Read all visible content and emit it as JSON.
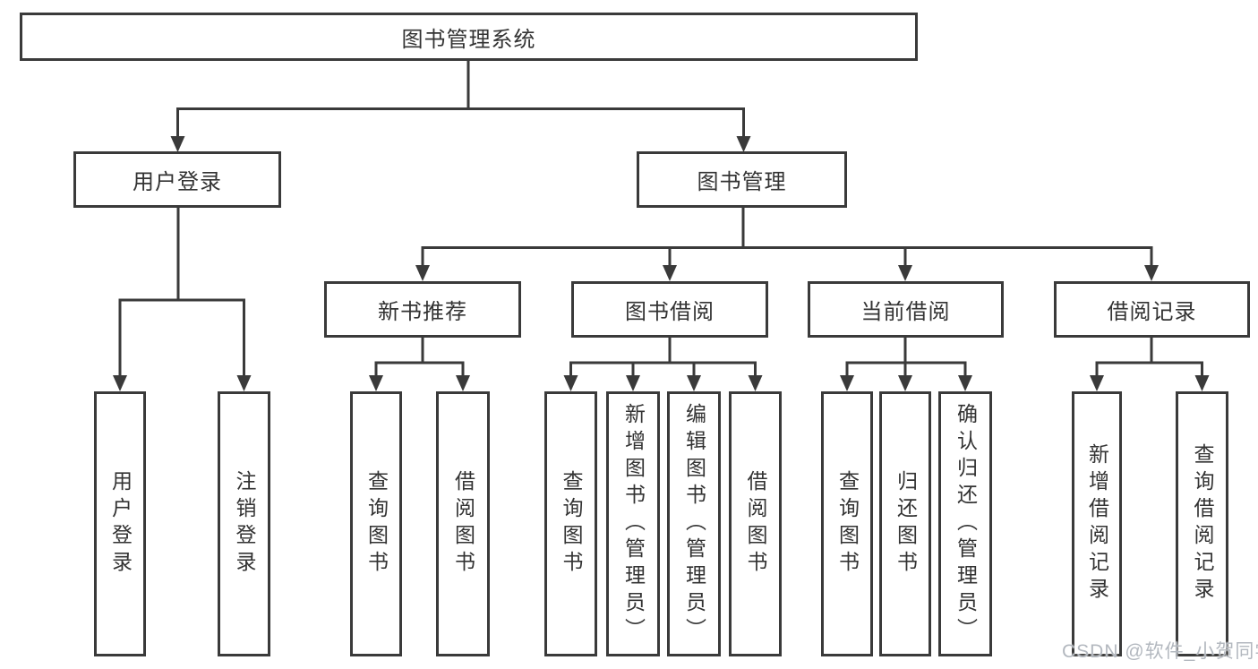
{
  "tree": {
    "label": "图书管理系统",
    "children": [
      {
        "label": "用户登录",
        "children": [
          {
            "label": "用户登录"
          },
          {
            "label": "注销登录"
          }
        ]
      },
      {
        "label": "图书管理",
        "children": [
          {
            "label": "新书推荐",
            "children": [
              {
                "label": "查询图书"
              },
              {
                "label": "借阅图书"
              }
            ]
          },
          {
            "label": "图书借阅",
            "children": [
              {
                "label": "查询图书"
              },
              {
                "label": "新增图书（管理员）"
              },
              {
                "label": "编辑图书（管理员）"
              },
              {
                "label": "借阅图书"
              }
            ]
          },
          {
            "label": "当前借阅",
            "children": [
              {
                "label": "查询图书"
              },
              {
                "label": "归还图书"
              },
              {
                "label": "确认归还（管理员）"
              }
            ]
          },
          {
            "label": "借阅记录",
            "children": [
              {
                "label": "新增借阅记录"
              },
              {
                "label": "查询借阅记录"
              }
            ]
          }
        ]
      }
    ]
  },
  "watermark": {
    "text": "CSDN @软件_小贺同学"
  },
  "colors": {
    "line": "#3a3a3a",
    "node_text": "#333333",
    "watermark_text": "#b3b8bf",
    "background": "#ffffff"
  }
}
